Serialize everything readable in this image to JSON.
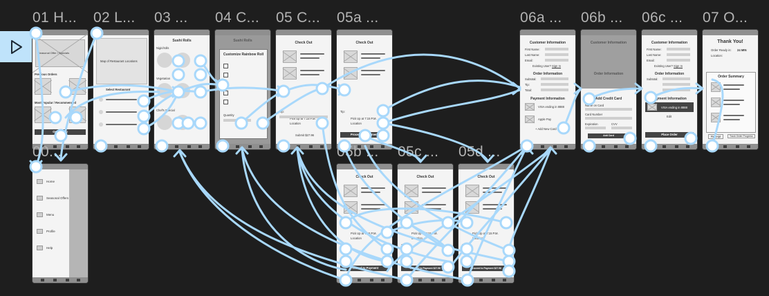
{
  "canvas": {
    "background": "#1e1e1e",
    "wire_color": "#a8d8fb",
    "start_button_color": "#bfe3fb",
    "start_icon": "play-icon"
  },
  "frames": {
    "f01": {
      "title": "01 H...",
      "offer": "Seasonal Offer / Specials",
      "prev": "Previous Orders",
      "popular": "Most Popular / Recommended",
      "btn": "Order Now"
    },
    "f02": {
      "title": "02 L...",
      "map": "Map of Restaurant Locations",
      "select": "Select Restaurant"
    },
    "f03": {
      "title": "03 ...",
      "header": "Sushi Rolls",
      "cat1": "Nigiri/rolls",
      "cat2": "Vegetarian",
      "cat3": "Chef's Special"
    },
    "f04": {
      "title": "04 C...",
      "header": "Sushi Rolls",
      "modal": "Customize Rainbow Roll",
      "qty": "Quantity"
    },
    "f05": {
      "title": "05 C...",
      "header": "Check Out",
      "pickup": "Pick Up at 7:15 P.M.",
      "location": "Location",
      "tip": "Tip:",
      "submit": "Submit $27.96"
    },
    "f05a": {
      "title": "05a ...",
      "header": "Check Out",
      "pickup": "Pick Up at 7:15 P.M.",
      "location": "Location",
      "tip": "Tip:",
      "btn": "Proceed to Payment"
    },
    "f05b": {
      "title": "05b ...",
      "header": "Check Out",
      "pickup": "Pick Up at 7:15 P.M.",
      "location": "Location",
      "tip": "Tip:",
      "btn": "Proceed to Payment"
    },
    "f05c": {
      "title": "05c ...",
      "header": "Check Out",
      "pickup": "Pick Up at 7:15 P.M.",
      "location": "Location",
      "tip": "Tip:",
      "btn": "Proceed to Payment $27.96"
    },
    "f05d": {
      "title": "05d ...",
      "header": "Check Out",
      "pickup": "Pick Up at 7:15 P.M.",
      "location": "Location",
      "tip": "Tip:",
      "btn": "Proceed to Payment $27.96"
    },
    "f06a": {
      "title": "06a ...",
      "cust": "Customer Information",
      "first": "First Name:",
      "last": "Last Name:",
      "email": "Email:",
      "existing": "Existing User?",
      "signin": "Sign In",
      "orderinfo": "Order Information",
      "subtotal": "Subtotal:",
      "tip": "Tip:",
      "total": "Total:",
      "payinfo": "Payment Information",
      "visa": "VISA ending in 8888",
      "applepay": "Apple Pay",
      "addnew": "+ Add New Card"
    },
    "f06b": {
      "title": "06b ...",
      "cust": "Customer Information",
      "orderinfo": "Order Information",
      "card": "Add Credit Card",
      "cardname": "Name on Card",
      "cardnum": "Card Number",
      "expire": "Expiration",
      "cvv": "CVV",
      "btn": "Add Card"
    },
    "f06c": {
      "title": "06c ...",
      "cust": "Customer Information",
      "first": "First Name:",
      "last": "Last Name:",
      "email": "Email:",
      "existing": "Existing User?",
      "signin": "Sign In",
      "orderinfo": "Order Information",
      "subtotal": "Subtotal:",
      "payinfo": "Payment Information",
      "visa": "VISA ending in 8888",
      "edit": "Edit",
      "btn": "Place Order"
    },
    "f07": {
      "title": "07 O...",
      "thanks": "Thank You!",
      "ready": "Order Ready in:",
      "mins": "24 MIN",
      "location": "Location:",
      "summary": "Order Summary",
      "receipt": "Receipt",
      "track": "Track Order Progress"
    },
    "f00": {
      "title": "00...",
      "items": [
        "Home",
        "Seasonal Offers",
        "Menu",
        "Profile",
        "Help"
      ]
    }
  }
}
